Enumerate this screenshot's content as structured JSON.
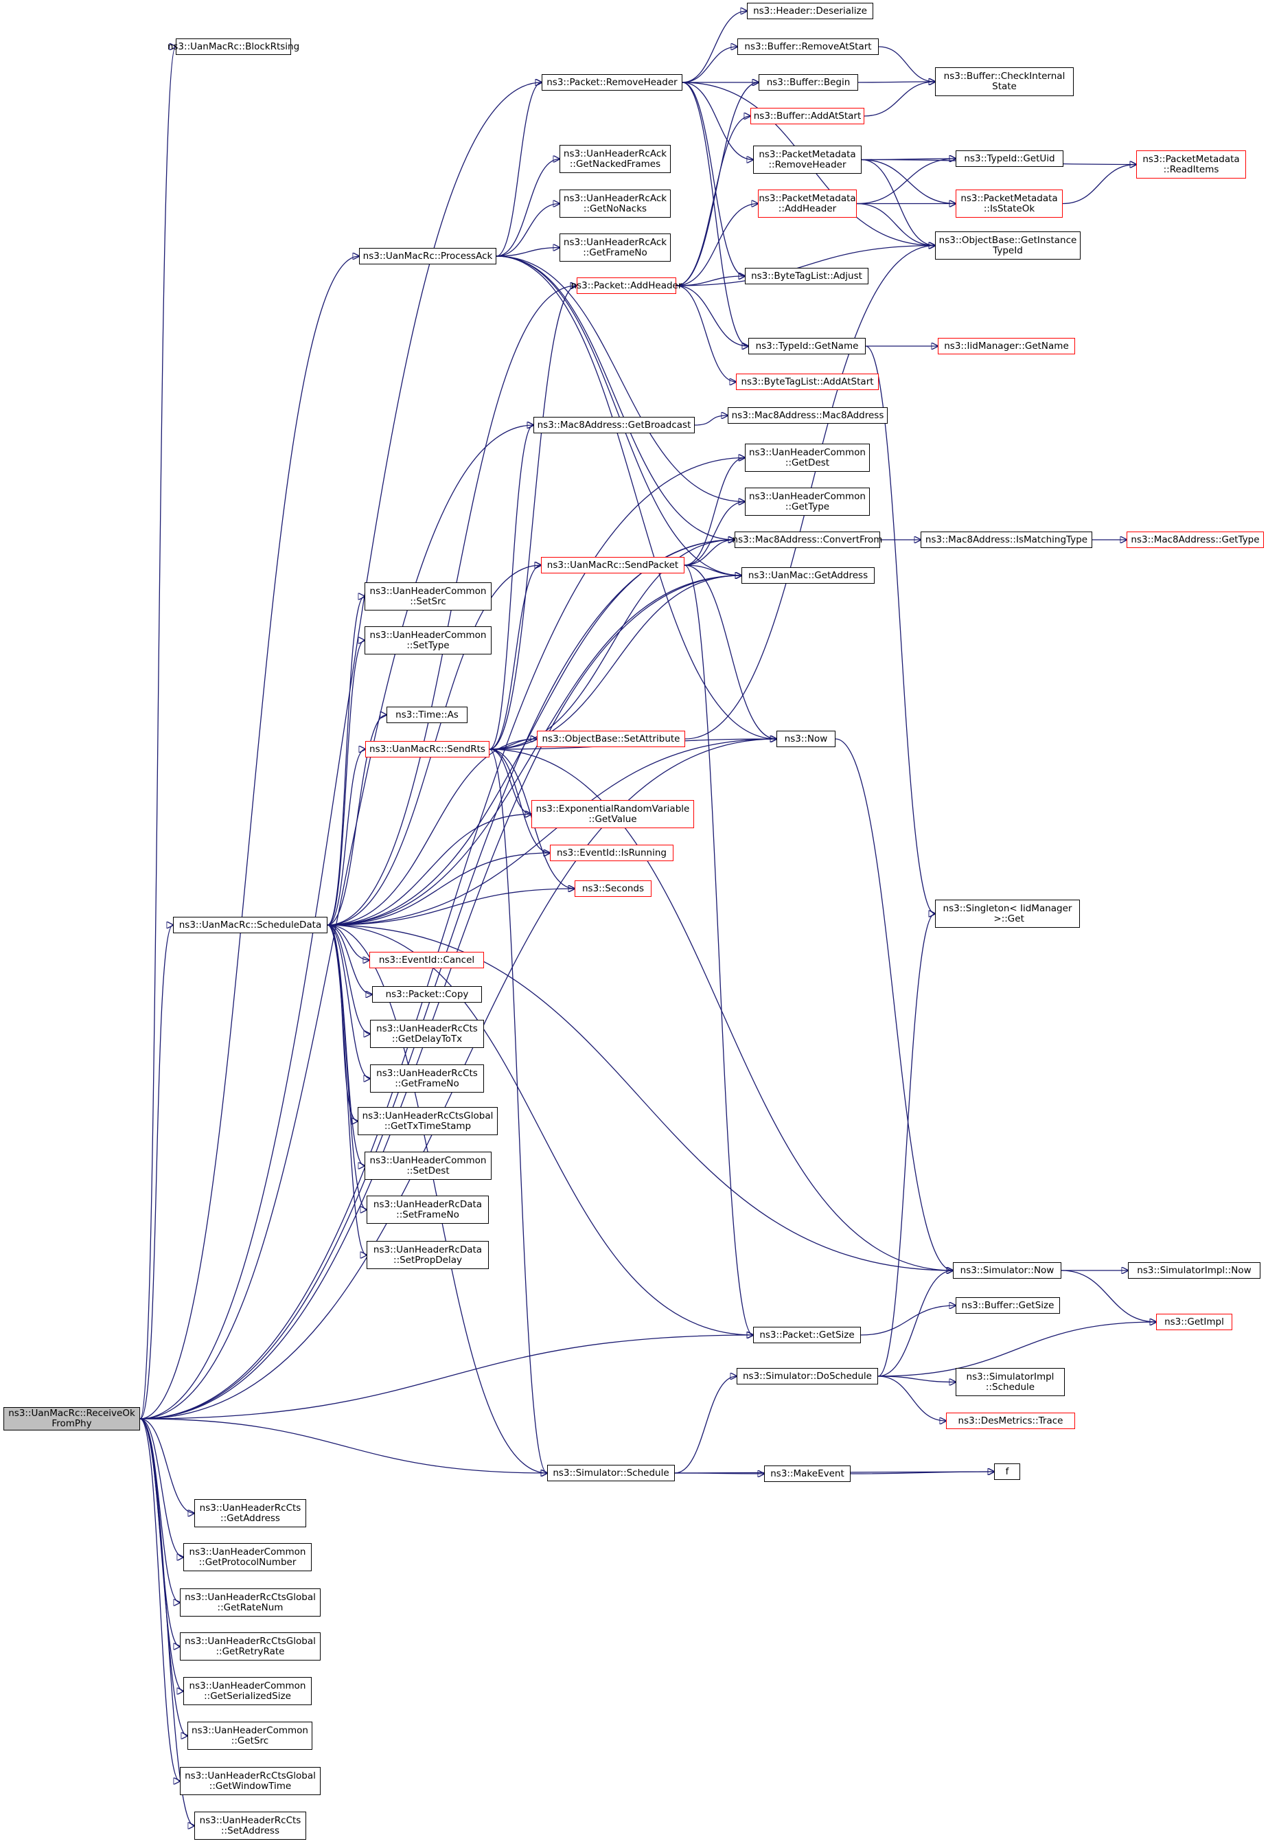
{
  "diagram": {
    "type": "call-graph",
    "root": "ns3::UanMacRc::ReceiveOk\nFromPhy",
    "colors": {
      "edge": "#191970",
      "node_border": "#000000",
      "truncated_border": "#ff0000",
      "root_fill": "#bfbfbf",
      "background": "#ffffff"
    },
    "nodes": [
      {
        "id": "root",
        "label": "ns3::UanMacRc::ReceiveOk\nFromPhy",
        "style": "root"
      },
      {
        "id": "blockrts",
        "label": "ns3::UanMacRc::BlockRtsing"
      },
      {
        "id": "removeheader",
        "label": "ns3::Packet::RemoveHeader"
      },
      {
        "id": "hdr_deser",
        "label": "ns3::Header::Deserialize"
      },
      {
        "id": "buf_removeatstart",
        "label": "ns3::Buffer::RemoveAtStart"
      },
      {
        "id": "buf_begin",
        "label": "ns3::Buffer::Begin"
      },
      {
        "id": "buf_checkinternal",
        "label": "ns3::Buffer::CheckInternal\nState"
      },
      {
        "id": "buf_addatstart",
        "label": "ns3::Buffer::AddAtStart",
        "style": "red"
      },
      {
        "id": "pm_removeheader",
        "label": "ns3::PacketMetadata\n::RemoveHeader"
      },
      {
        "id": "typeid_getuid",
        "label": "ns3::TypeId::GetUid"
      },
      {
        "id": "pm_readitems",
        "label": "ns3::PacketMetadata\n::ReadItems",
        "style": "red"
      },
      {
        "id": "pm_addheader",
        "label": "ns3::PacketMetadata\n::AddHeader",
        "style": "red"
      },
      {
        "id": "pm_isstateok",
        "label": "ns3::PacketMetadata\n::IsStateOk",
        "style": "red"
      },
      {
        "id": "ack_nacked",
        "label": "ns3::UanHeaderRcAck\n::GetNackedFrames"
      },
      {
        "id": "ack_nonacks",
        "label": "ns3::UanHeaderRcAck\n::GetNoNacks"
      },
      {
        "id": "ack_frameno",
        "label": "ns3::UanHeaderRcAck\n::GetFrameNo"
      },
      {
        "id": "processack",
        "label": "ns3::UanMacRc::ProcessAck"
      },
      {
        "id": "ob_getinstance",
        "label": "ns3::ObjectBase::GetInstance\nTypeId"
      },
      {
        "id": "addheader",
        "label": "ns3::Packet::AddHeader",
        "style": "red"
      },
      {
        "id": "btl_adjust",
        "label": "ns3::ByteTagList::Adjust"
      },
      {
        "id": "typeid_getname",
        "label": "ns3::TypeId::GetName"
      },
      {
        "id": "iid_getname",
        "label": "ns3::IidManager::GetName",
        "style": "red"
      },
      {
        "id": "btl_addatstart",
        "label": "ns3::ByteTagList::AddAtStart",
        "style": "red"
      },
      {
        "id": "mac8_getbroadcast",
        "label": "ns3::Mac8Address::GetBroadcast"
      },
      {
        "id": "mac8_ctor",
        "label": "ns3::Mac8Address::Mac8Address"
      },
      {
        "id": "uhc_getdest",
        "label": "ns3::UanHeaderCommon\n::GetDest"
      },
      {
        "id": "uhc_gettype",
        "label": "ns3::UanHeaderCommon\n::GetType"
      },
      {
        "id": "mac8_convertfrom",
        "label": "ns3::Mac8Address::ConvertFrom"
      },
      {
        "id": "mac8_ismatching",
        "label": "ns3::Mac8Address::IsMatchingType"
      },
      {
        "id": "mac8_gettype",
        "label": "ns3::Mac8Address::GetType",
        "style": "red"
      },
      {
        "id": "sendpacket",
        "label": "ns3::UanMacRc::SendPacket",
        "style": "red"
      },
      {
        "id": "uanmac_getaddress",
        "label": "ns3::UanMac::GetAddress"
      },
      {
        "id": "uhc_setsrc",
        "label": "ns3::UanHeaderCommon\n::SetSrc"
      },
      {
        "id": "uhc_settype",
        "label": "ns3::UanHeaderCommon\n::SetType"
      },
      {
        "id": "time_as",
        "label": "ns3::Time::As"
      },
      {
        "id": "sendrts",
        "label": "ns3::UanMacRc::SendRts",
        "style": "red"
      },
      {
        "id": "ob_setattribute",
        "label": "ns3::ObjectBase::SetAttribute",
        "style": "red"
      },
      {
        "id": "now",
        "label": "ns3::Now"
      },
      {
        "id": "exprv_getvalue",
        "label": "ns3::ExponentialRandomVariable\n::GetValue",
        "style": "red"
      },
      {
        "id": "eventid_isrunning",
        "label": "ns3::EventId::IsRunning",
        "style": "red"
      },
      {
        "id": "seconds",
        "label": "ns3::Seconds",
        "style": "red"
      },
      {
        "id": "singleton_get",
        "label": "ns3::Singleton< IidManager\n >::Get"
      },
      {
        "id": "scheduledata",
        "label": "ns3::UanMacRc::ScheduleData"
      },
      {
        "id": "eventid_cancel",
        "label": "ns3::EventId::Cancel",
        "style": "red"
      },
      {
        "id": "packet_copy",
        "label": "ns3::Packet::Copy"
      },
      {
        "id": "cts_getdelaytotx",
        "label": "ns3::UanHeaderRcCts\n::GetDelayToTx"
      },
      {
        "id": "cts_getframeno",
        "label": "ns3::UanHeaderRcCts\n::GetFrameNo"
      },
      {
        "id": "ctsg_gettxtimestamp",
        "label": "ns3::UanHeaderRcCtsGlobal\n::GetTxTimeStamp"
      },
      {
        "id": "uhc_setdest",
        "label": "ns3::UanHeaderCommon\n::SetDest"
      },
      {
        "id": "data_setframeno",
        "label": "ns3::UanHeaderRcData\n::SetFrameNo"
      },
      {
        "id": "data_setpropdelay",
        "label": "ns3::UanHeaderRcData\n::SetPropDelay"
      },
      {
        "id": "sim_now",
        "label": "ns3::Simulator::Now"
      },
      {
        "id": "simimpl_now",
        "label": "ns3::SimulatorImpl::Now"
      },
      {
        "id": "buf_getsize",
        "label": "ns3::Buffer::GetSize"
      },
      {
        "id": "getimpl",
        "label": "ns3::GetImpl",
        "style": "red"
      },
      {
        "id": "packet_getsize",
        "label": "ns3::Packet::GetSize"
      },
      {
        "id": "sim_doschedule",
        "label": "ns3::Simulator::DoSchedule"
      },
      {
        "id": "simimpl_schedule",
        "label": "ns3::SimulatorImpl\n::Schedule"
      },
      {
        "id": "desmetrics_trace",
        "label": "ns3::DesMetrics::Trace",
        "style": "red"
      },
      {
        "id": "sim_schedule",
        "label": "ns3::Simulator::Schedule"
      },
      {
        "id": "makeevent",
        "label": "ns3::MakeEvent"
      },
      {
        "id": "f",
        "label": "f"
      },
      {
        "id": "cts_getaddress",
        "label": "ns3::UanHeaderRcCts\n::GetAddress"
      },
      {
        "id": "uhc_getprotocol",
        "label": "ns3::UanHeaderCommon\n::GetProtocolNumber"
      },
      {
        "id": "ctsg_getratenum",
        "label": "ns3::UanHeaderRcCtsGlobal\n::GetRateNum"
      },
      {
        "id": "ctsg_getretryrate",
        "label": "ns3::UanHeaderRcCtsGlobal\n::GetRetryRate"
      },
      {
        "id": "uhc_getserialized",
        "label": "ns3::UanHeaderCommon\n::GetSerializedSize"
      },
      {
        "id": "uhc_getsrc",
        "label": "ns3::UanHeaderCommon\n::GetSrc"
      },
      {
        "id": "ctsg_getwindowtime",
        "label": "ns3::UanHeaderRcCtsGlobal\n::GetWindowTime"
      },
      {
        "id": "cts_setaddress",
        "label": "ns3::UanHeaderRcCts\n::SetAddress"
      }
    ],
    "edges": [
      [
        "root",
        "blockrts"
      ],
      [
        "root",
        "removeheader"
      ],
      [
        "root",
        "processack"
      ],
      [
        "root",
        "mac8_getbroadcast"
      ],
      [
        "root",
        "mac8_convertfrom"
      ],
      [
        "root",
        "uanmac_getaddress"
      ],
      [
        "root",
        "scheduledata"
      ],
      [
        "root",
        "now"
      ],
      [
        "root",
        "packet_getsize"
      ],
      [
        "root",
        "sim_schedule"
      ],
      [
        "root",
        "cts_getaddress"
      ],
      [
        "root",
        "uhc_getprotocol"
      ],
      [
        "root",
        "ctsg_getratenum"
      ],
      [
        "root",
        "ctsg_getretryrate"
      ],
      [
        "root",
        "uhc_getserialized"
      ],
      [
        "root",
        "uhc_getsrc"
      ],
      [
        "root",
        "ctsg_getwindowtime"
      ],
      [
        "root",
        "cts_setaddress"
      ],
      [
        "root",
        "uhc_getdest"
      ],
      [
        "removeheader",
        "hdr_deser"
      ],
      [
        "removeheader",
        "buf_removeatstart"
      ],
      [
        "removeheader",
        "buf_begin"
      ],
      [
        "removeheader",
        "pm_removeheader"
      ],
      [
        "removeheader",
        "ob_getinstance"
      ],
      [
        "removeheader",
        "btl_adjust"
      ],
      [
        "removeheader",
        "typeid_getname"
      ],
      [
        "buf_removeatstart",
        "buf_checkinternal"
      ],
      [
        "buf_begin",
        "buf_checkinternal"
      ],
      [
        "buf_addatstart",
        "buf_checkinternal"
      ],
      [
        "pm_removeheader",
        "typeid_getuid"
      ],
      [
        "pm_removeheader",
        "pm_readitems"
      ],
      [
        "pm_removeheader",
        "pm_isstateok"
      ],
      [
        "pm_removeheader",
        "ob_getinstance"
      ],
      [
        "pm_addheader",
        "typeid_getuid"
      ],
      [
        "pm_addheader",
        "pm_isstateok"
      ],
      [
        "pm_addheader",
        "ob_getinstance"
      ],
      [
        "pm_isstateok",
        "pm_readitems"
      ],
      [
        "processack",
        "removeheader"
      ],
      [
        "processack",
        "ack_nacked"
      ],
      [
        "processack",
        "ack_nonacks"
      ],
      [
        "processack",
        "ack_frameno"
      ],
      [
        "processack",
        "uhc_gettype"
      ],
      [
        "processack",
        "uanmac_getaddress"
      ],
      [
        "processack",
        "mac8_convertfrom"
      ],
      [
        "processack",
        "now"
      ],
      [
        "addheader",
        "buf_begin"
      ],
      [
        "addheader",
        "buf_addatstart"
      ],
      [
        "addheader",
        "pm_addheader"
      ],
      [
        "addheader",
        "btl_adjust"
      ],
      [
        "addheader",
        "typeid_getname"
      ],
      [
        "addheader",
        "btl_addatstart"
      ],
      [
        "addheader",
        "ob_getinstance"
      ],
      [
        "typeid_getname",
        "iid_getname"
      ],
      [
        "typeid_getname",
        "singleton_get"
      ],
      [
        "mac8_getbroadcast",
        "mac8_ctor"
      ],
      [
        "mac8_convertfrom",
        "mac8_ismatching"
      ],
      [
        "mac8_ismatching",
        "mac8_gettype"
      ],
      [
        "sendpacket",
        "uhc_getdest"
      ],
      [
        "sendpacket",
        "uhc_gettype"
      ],
      [
        "sendpacket",
        "mac8_convertfrom"
      ],
      [
        "sendpacket",
        "uanmac_getaddress"
      ],
      [
        "sendpacket",
        "now"
      ],
      [
        "sendpacket",
        "packet_getsize"
      ],
      [
        "sendrts",
        "addheader"
      ],
      [
        "sendrts",
        "mac8_getbroadcast"
      ],
      [
        "sendrts",
        "sendpacket"
      ],
      [
        "sendrts",
        "mac8_convertfrom"
      ],
      [
        "sendrts",
        "uanmac_getaddress"
      ],
      [
        "sendrts",
        "ob_setattribute"
      ],
      [
        "sendrts",
        "now"
      ],
      [
        "sendrts",
        "exprv_getvalue"
      ],
      [
        "sendrts",
        "eventid_isrunning"
      ],
      [
        "sendrts",
        "seconds"
      ],
      [
        "sendrts",
        "sim_now"
      ],
      [
        "sendrts",
        "sim_schedule"
      ],
      [
        "ob_setattribute",
        "ob_getinstance"
      ],
      [
        "now",
        "sim_now"
      ],
      [
        "scheduledata",
        "addheader"
      ],
      [
        "scheduledata",
        "sendpacket"
      ],
      [
        "scheduledata",
        "mac8_convertfrom"
      ],
      [
        "scheduledata",
        "uanmac_getaddress"
      ],
      [
        "scheduledata",
        "uhc_setsrc"
      ],
      [
        "scheduledata",
        "uhc_settype"
      ],
      [
        "scheduledata",
        "time_as"
      ],
      [
        "scheduledata",
        "sendrts"
      ],
      [
        "scheduledata",
        "ob_setattribute"
      ],
      [
        "scheduledata",
        "now"
      ],
      [
        "scheduledata",
        "exprv_getvalue"
      ],
      [
        "scheduledata",
        "eventid_isrunning"
      ],
      [
        "scheduledata",
        "seconds"
      ],
      [
        "scheduledata",
        "eventid_cancel"
      ],
      [
        "scheduledata",
        "packet_copy"
      ],
      [
        "scheduledata",
        "cts_getdelaytotx"
      ],
      [
        "scheduledata",
        "cts_getframeno"
      ],
      [
        "scheduledata",
        "ctsg_gettxtimestamp"
      ],
      [
        "scheduledata",
        "uhc_setdest"
      ],
      [
        "scheduledata",
        "data_setframeno"
      ],
      [
        "scheduledata",
        "data_setpropdelay"
      ],
      [
        "scheduledata",
        "sim_now"
      ],
      [
        "scheduledata",
        "packet_getsize"
      ],
      [
        "scheduledata",
        "sim_schedule"
      ],
      [
        "sim_now",
        "simimpl_now"
      ],
      [
        "sim_now",
        "getimpl"
      ],
      [
        "packet_getsize",
        "buf_getsize"
      ],
      [
        "sim_doschedule",
        "simimpl_schedule"
      ],
      [
        "sim_doschedule",
        "desmetrics_trace"
      ],
      [
        "sim_doschedule",
        "getimpl"
      ],
      [
        "sim_doschedule",
        "sim_now"
      ],
      [
        "sim_doschedule",
        "singleton_get"
      ],
      [
        "sim_schedule",
        "sim_doschedule"
      ],
      [
        "sim_schedule",
        "makeevent"
      ],
      [
        "sim_schedule",
        "f"
      ],
      [
        "makeevent",
        "f"
      ]
    ]
  }
}
